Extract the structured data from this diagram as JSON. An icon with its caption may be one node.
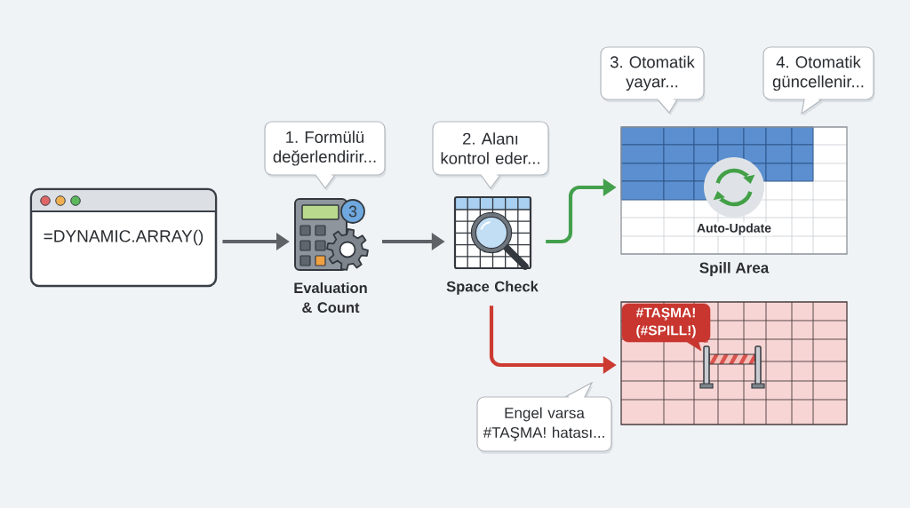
{
  "diagram": {
    "nodes": [
      {
        "text": [
          "=DYNAMIC.ARRAY()"
        ]
      },
      {
        "text": [
          "1. Formülü değerlendirir..."
        ]
      },
      {
        "text": [
          "Evaluation & Count"
        ]
      },
      {
        "text": [
          "3"
        ]
      },
      {
        "text": [
          "2. Alanı kontrol eder..."
        ]
      },
      {
        "text": [
          "Space Check"
        ]
      },
      {
        "text": [
          "3. Otomatik yayar..."
        ]
      },
      {
        "text": [
          "4. Otomatik güncellenir..."
        ]
      },
      {
        "text": [
          "Auto-Update",
          "Spill Area"
        ]
      },
      {
        "text": [
          "#TAŞMA! (#SPILL!)"
        ]
      },
      {
        "text": [
          "Engel varsa #TAŞMA! hatası..."
        ]
      }
    ],
    "edges": [
      {
        "from": 0,
        "to": 2,
        "arrow": "to"
      },
      {
        "from": 2,
        "to": 5,
        "arrow": "to"
      },
      {
        "from": 5,
        "to": 8,
        "arrow": "to",
        "color": "#43a04d"
      },
      {
        "from": 5,
        "to": 9,
        "arrow": "to",
        "color": "#cc3b32"
      }
    ]
  }
}
